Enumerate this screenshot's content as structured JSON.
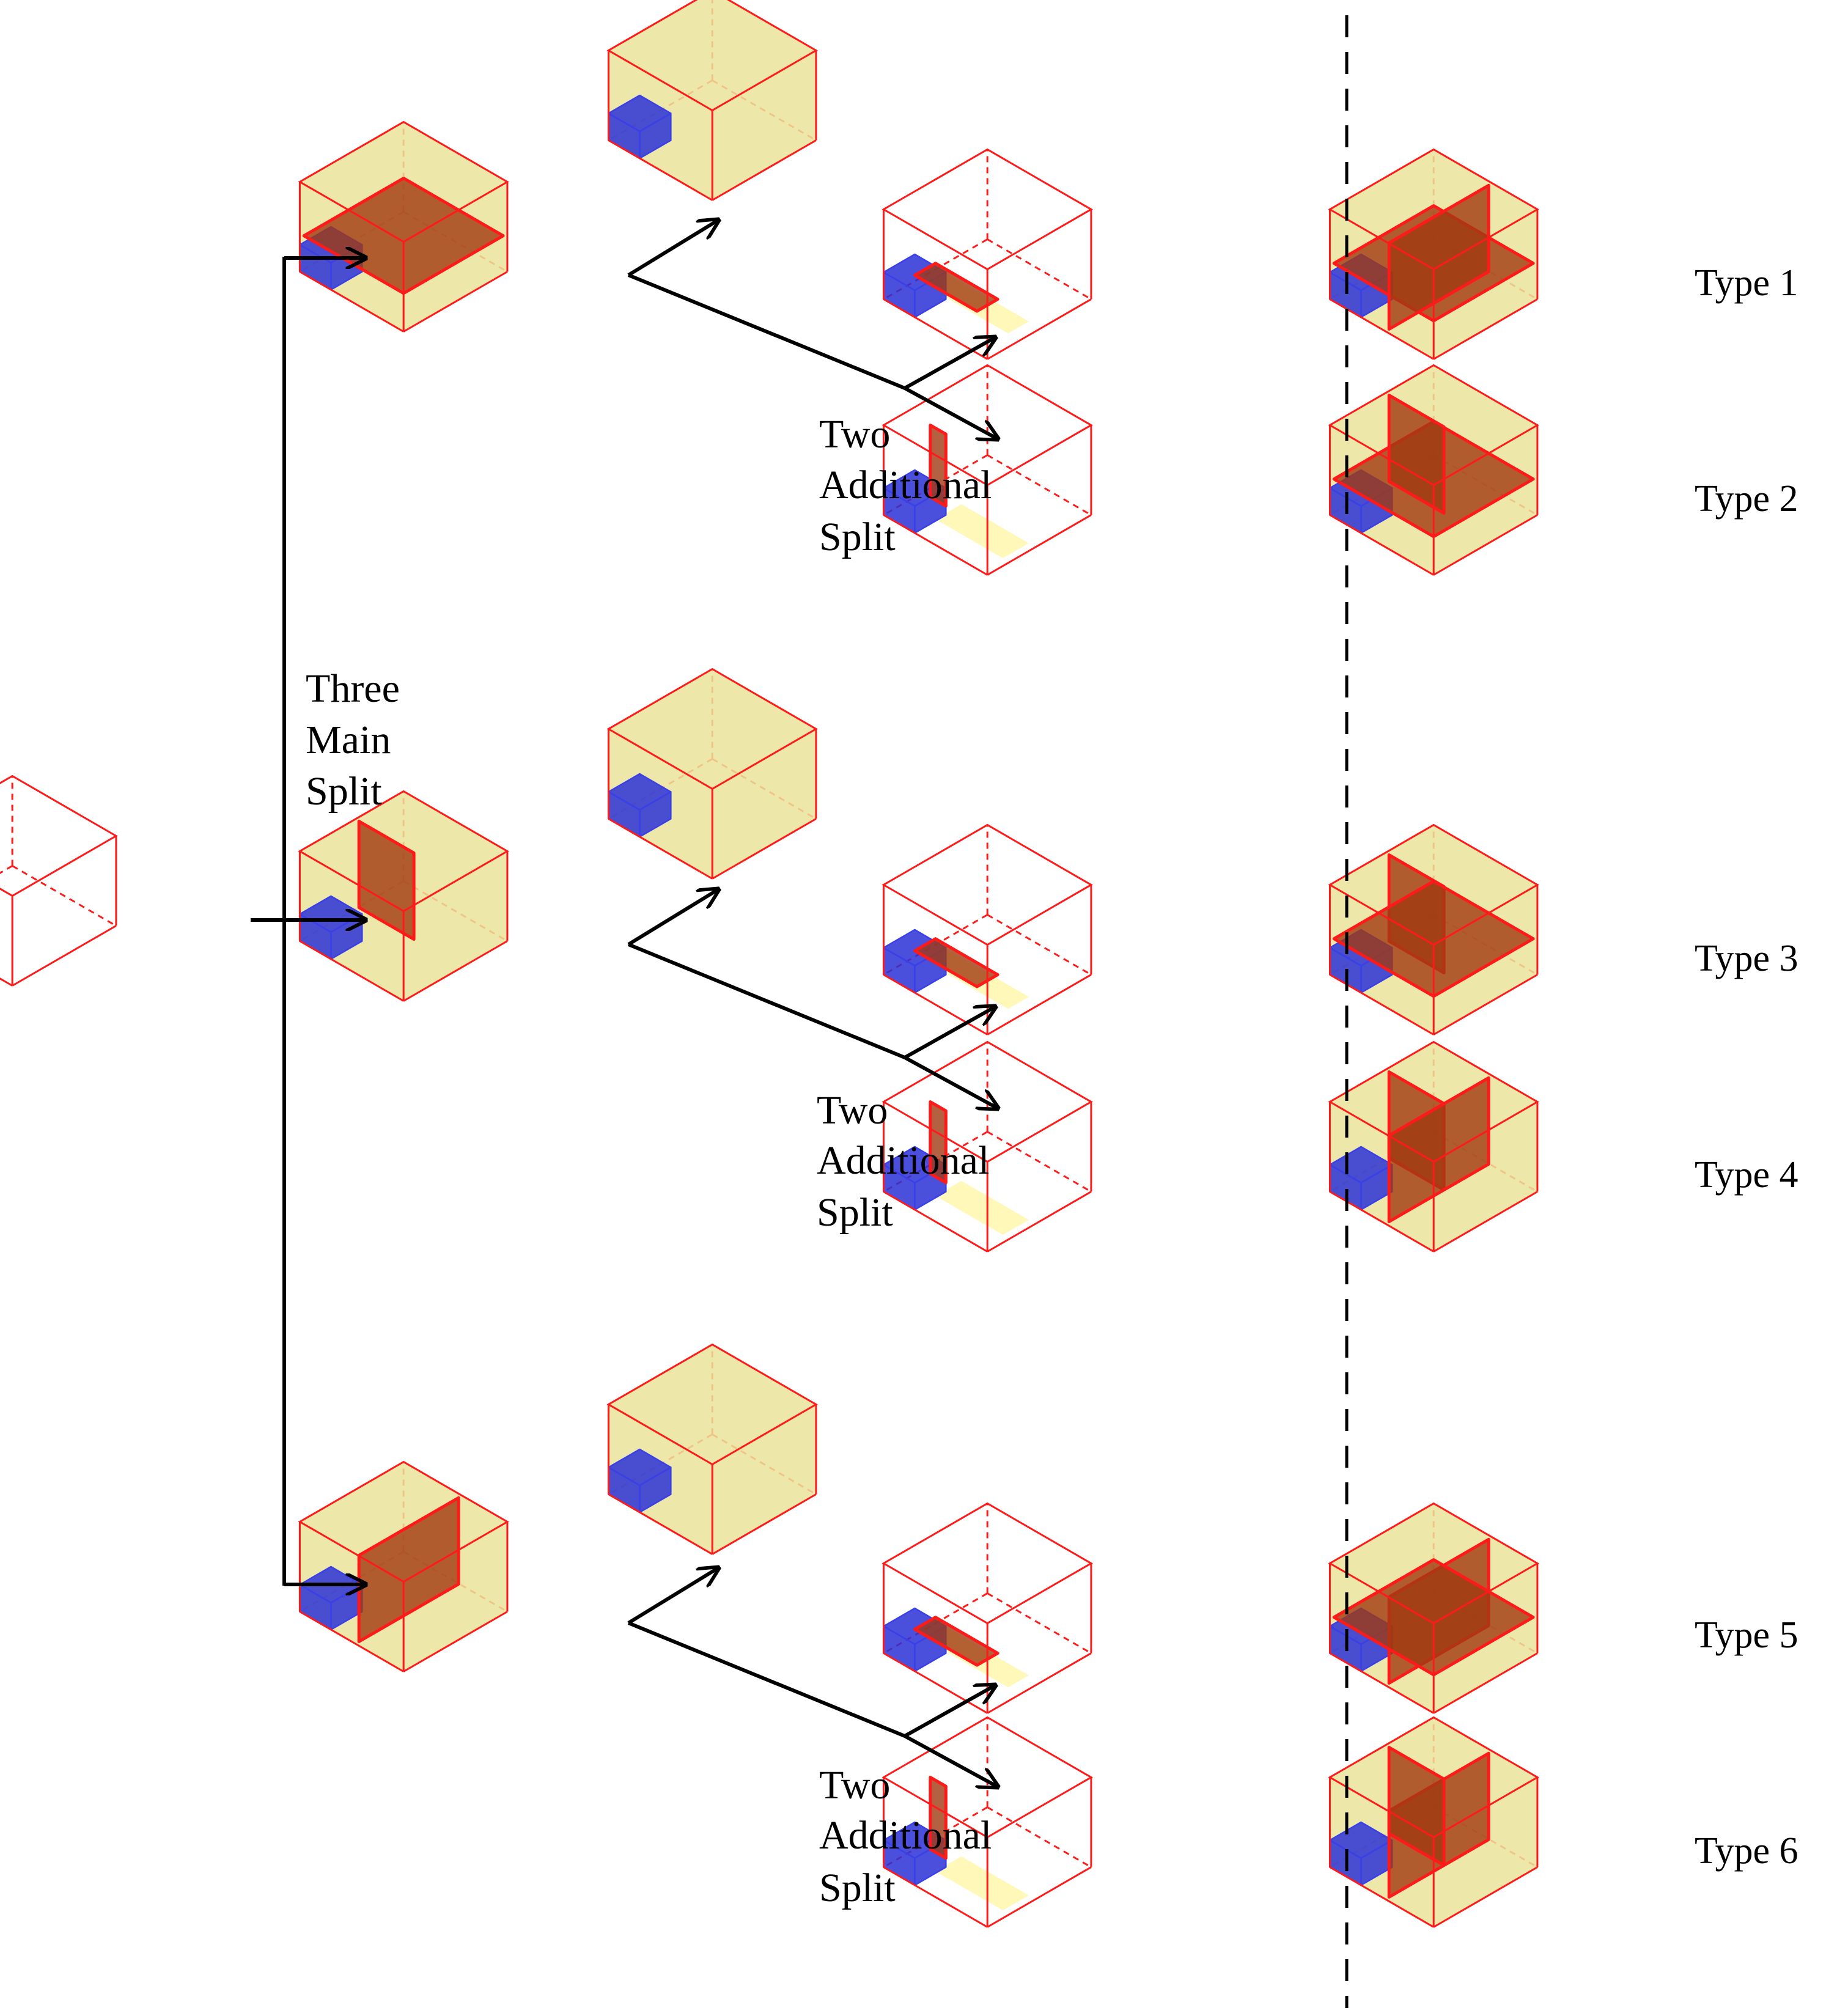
{
  "labels": {
    "main_split": [
      "Three",
      "Main",
      "Split"
    ],
    "additional_split": [
      "Two",
      "Additional",
      "Split"
    ]
  },
  "types": [
    "Type 1",
    "Type 2",
    "Type 3",
    "Type 4",
    "Type 5",
    "Type 6"
  ],
  "colors": {
    "edge": "#ff1a1a",
    "fill": "#ebe39b",
    "slab": "#a03a10",
    "item": "#2b31d6",
    "highlight": "#fff7b0",
    "arrow": "#000000"
  }
}
